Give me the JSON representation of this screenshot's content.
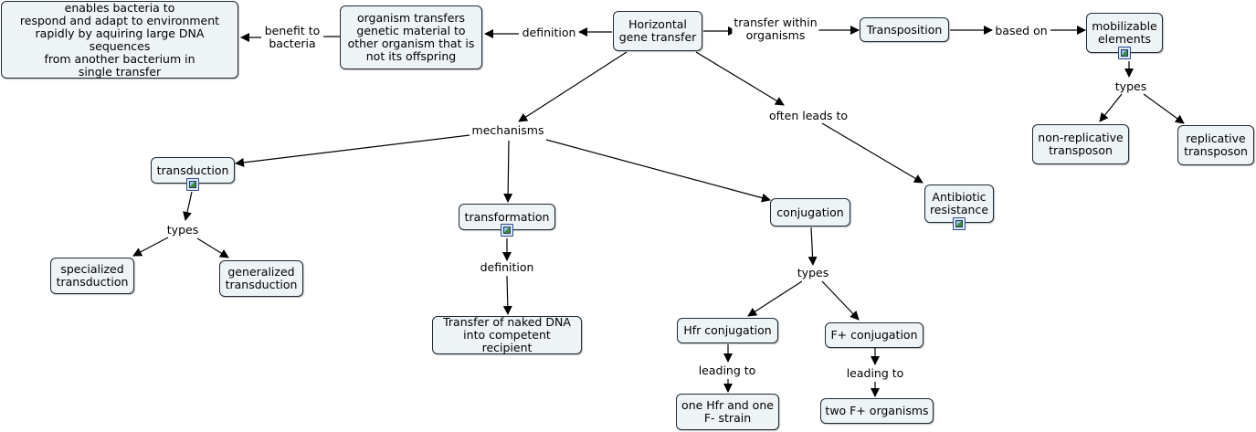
{
  "nodes": {
    "hgt": "Horizontal\ngene transfer",
    "benefit_text": "enables bacteria to\nrespond and adapt to environment\nrapidly by aquiring large DNA sequences\nfrom another bacterium in\nsingle transfer",
    "org_transfer": "organism transfers\ngenetic material to\nother organism that is\nnot its offspring",
    "transposition": "Transposition",
    "mobilizable": "mobilizable\nelements",
    "non_replicative": "non-replicative\ntransposon",
    "replicative": "replicative\ntransposon",
    "transduction": "transduction",
    "specialized": "specialized\ntransduction",
    "generalized": "generalized\ntransduction",
    "transformation": "transformation",
    "naked_dna": "Transfer of naked DNA\ninto competent recipient",
    "conjugation": "conjugation",
    "hfr_conj": "Hfr conjugation",
    "fplus_conj": "F+ conjugation",
    "hfr_result": "one Hfr and one\nF- strain",
    "fplus_result": "two F+ organisms",
    "antibiotic": "Antibiotic\nresistance"
  },
  "phrases": {
    "definition_1": "definition",
    "benefit": "benefit to\nbacteria",
    "transfer_within": "transfer within\norganisms",
    "based_on": "based on",
    "types_mobile": "types",
    "mechanisms": "mechanisms",
    "often_leads": "often leads to",
    "types_transduction": "types",
    "definition_2": "definition",
    "types_conjugation": "types",
    "leading_to_1": "leading to",
    "leading_to_2": "leading to"
  },
  "colors": {
    "node_fill": "#eef3f6",
    "node_border": "#1f2a33",
    "line": "#000000"
  },
  "icons": [
    "image-attachment-icon"
  ]
}
